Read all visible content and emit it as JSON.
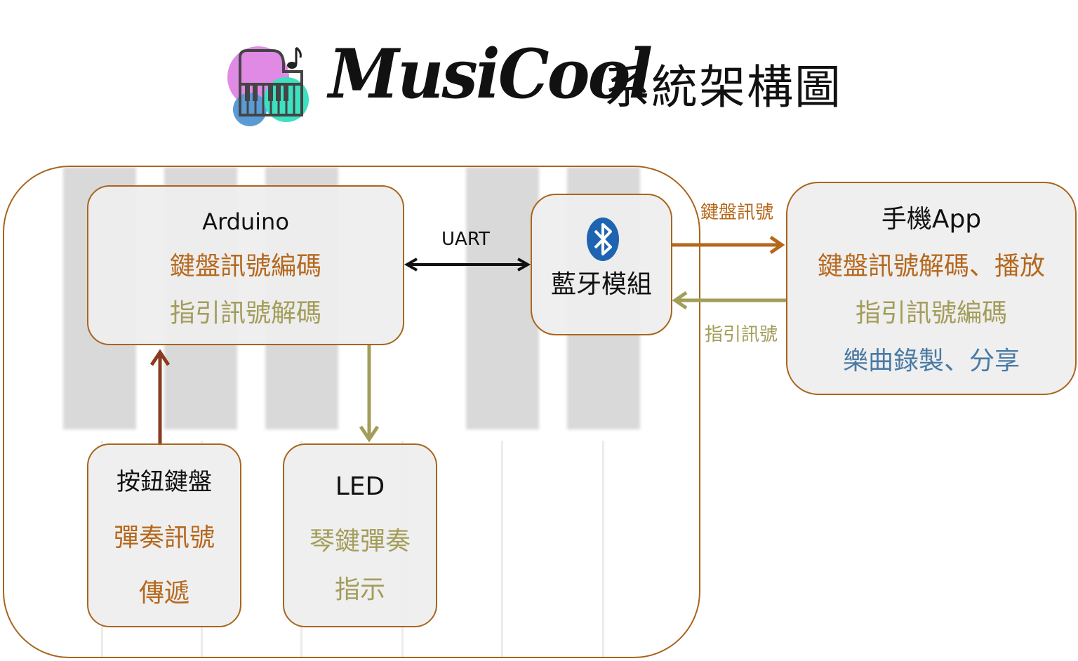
{
  "title": {
    "brand": "MusiCool",
    "subtitle": "系統架構圖",
    "logo_icon": "piano-music-note-logo"
  },
  "arduino": {
    "name": "Arduino",
    "line1": "鍵盤訊號編碼",
    "line2": "指引訊號解碼"
  },
  "bluetooth": {
    "icon": "bluetooth-icon",
    "name": "藍牙模組"
  },
  "phone_app": {
    "name": "手機App",
    "line1": "鍵盤訊號解碼、播放",
    "line2": "指引訊號編碼",
    "line3": "樂曲錄製、分享"
  },
  "button_keyboard": {
    "name": "按鈕鍵盤",
    "line1": "彈奏訊號",
    "line2": "傳遞"
  },
  "led": {
    "name": "LED",
    "line1": "琴鍵彈奏",
    "line2": "指示"
  },
  "edges": {
    "uart": "UART",
    "key_signal": "鍵盤訊號",
    "guide_signal": "指引訊號"
  },
  "colors": {
    "orange": "#b5681d",
    "olive": "#a39d5a",
    "blue": "#4a7aa5",
    "brown_arrow": "#8b3a1e",
    "border": "#a8651d"
  }
}
